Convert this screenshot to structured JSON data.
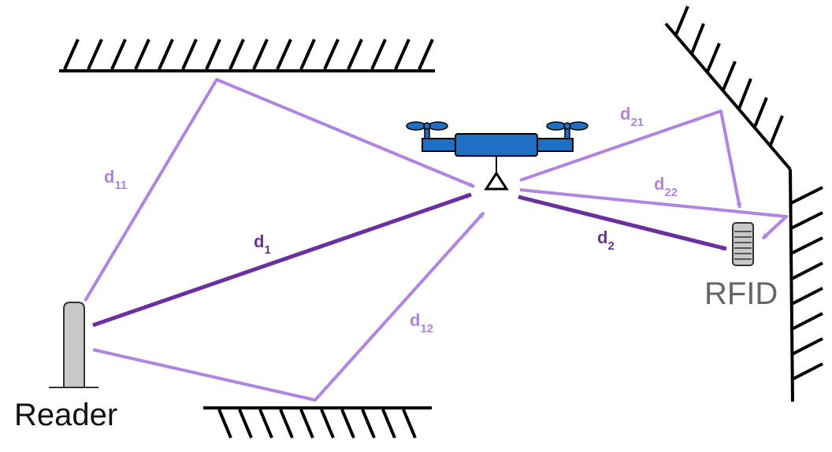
{
  "labels": {
    "d1": {
      "main": "d",
      "sub": "1"
    },
    "d2": {
      "main": "d",
      "sub": "2"
    },
    "d11": {
      "main": "d",
      "sub": "11"
    },
    "d12": {
      "main": "d",
      "sub": "12"
    },
    "d21": {
      "main": "d",
      "sub": "21"
    },
    "d22": {
      "main": "d",
      "sub": "22"
    }
  },
  "reader_label": "Reader",
  "rfid_label": "RFID",
  "colors": {
    "direct_path": "#6a2fa0",
    "reflected_path": "#b084e0",
    "drone_body": "#1f6fc4",
    "reader": "#c8c8c8",
    "surface": "#000000"
  },
  "icons": [
    "drone-icon",
    "antenna-icon",
    "reader-icon",
    "rfid-tag-icon"
  ]
}
